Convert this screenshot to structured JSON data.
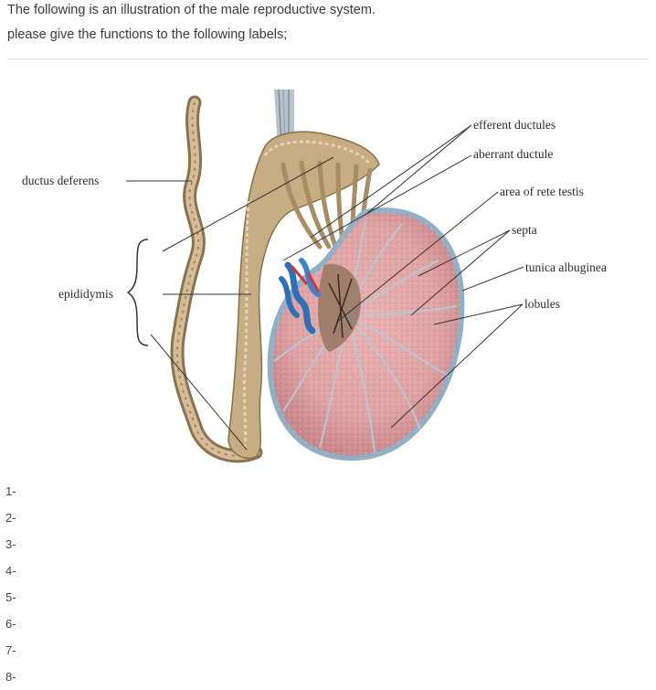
{
  "question": {
    "line1": "The following is an illustration of the male reproductive system.",
    "line2": "please give the functions to the following labels;"
  },
  "figure": {
    "labels": {
      "ductus_deferens": "ductus deferens",
      "epididymis": "epididymis",
      "efferent_ductules": "efferent ductules",
      "aberrant_ductule": "aberrant ductule",
      "area_of_rete_testis": "area of rete testis",
      "septa": "septa",
      "tunica_albuginea": "tunica albuginea",
      "lobules": "lobules"
    }
  },
  "answers": [
    "1-",
    "2-",
    "3-",
    "4-",
    "5-",
    "6-",
    "7-",
    "8-"
  ]
}
